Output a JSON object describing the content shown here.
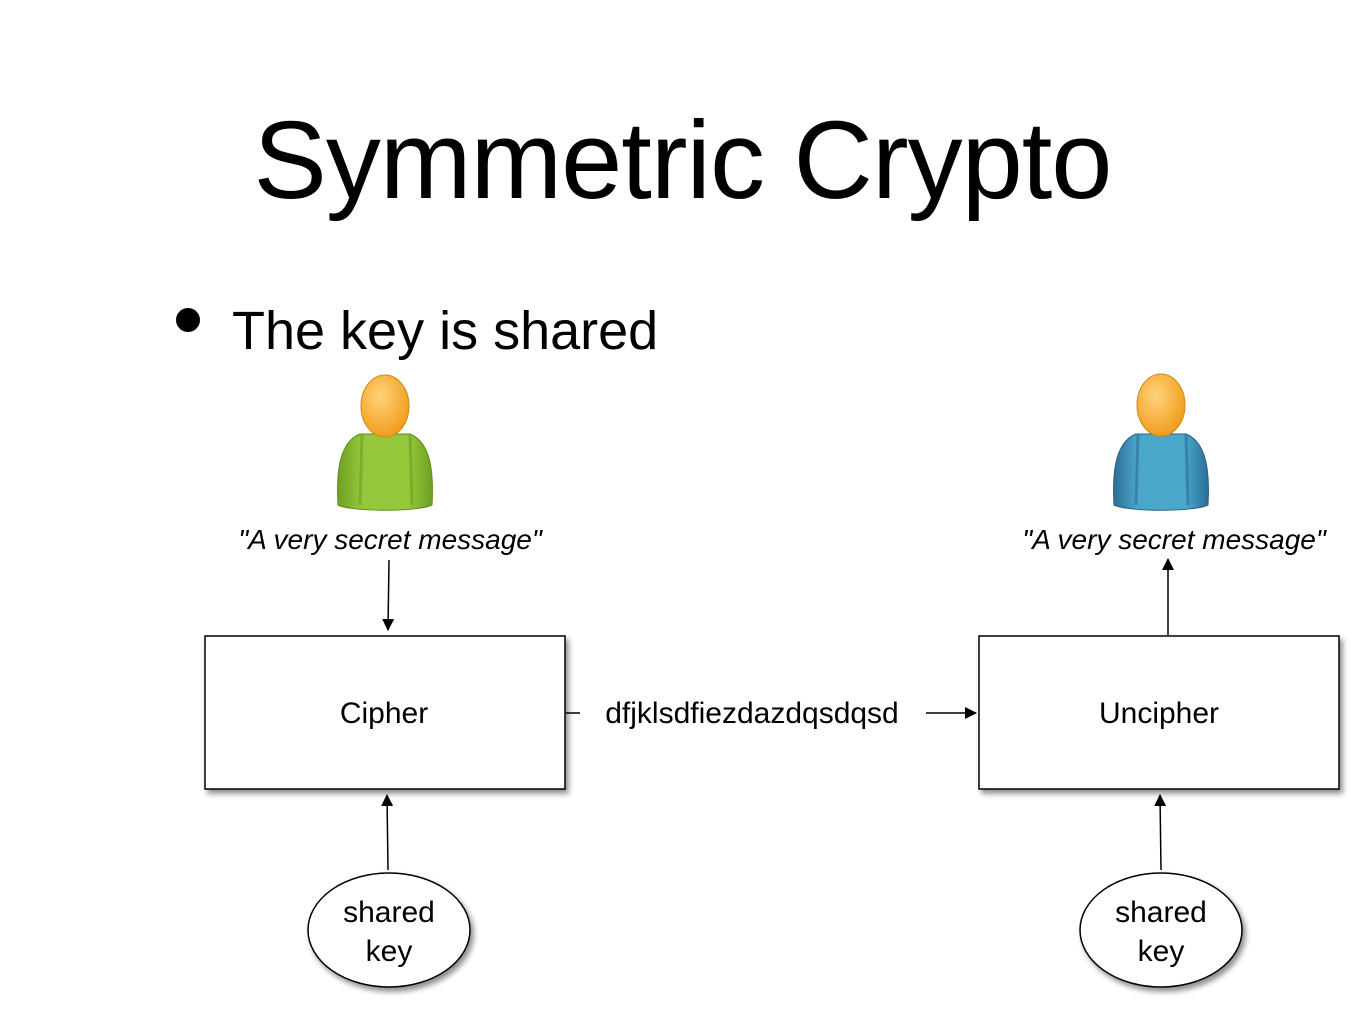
{
  "slide": {
    "title": "Symmetric Crypto",
    "bullets": [
      "The key is shared"
    ]
  },
  "diagram": {
    "sender": {
      "icon": "person-icon",
      "shirt_color": "#8cbf2e",
      "message": "\"A very secret message\""
    },
    "receiver": {
      "icon": "person-icon",
      "shirt_color": "#3d97bd",
      "message": "\"A very secret message\""
    },
    "cipher_box": {
      "label": "Cipher"
    },
    "uncipher_box": {
      "label": "Uncipher"
    },
    "ciphertext": "dfjklsdfiezdazdqsdqsd",
    "sender_key": {
      "line1": "shared",
      "line2": "key"
    },
    "receiver_key": {
      "line1": "shared",
      "line2": "key"
    },
    "colors": {
      "head": "#f4a623",
      "head_highlight": "#ffd37a",
      "sender_shirt": "#8cbf2e",
      "receiver_shirt": "#3d97bd",
      "stroke": "#000000"
    }
  }
}
